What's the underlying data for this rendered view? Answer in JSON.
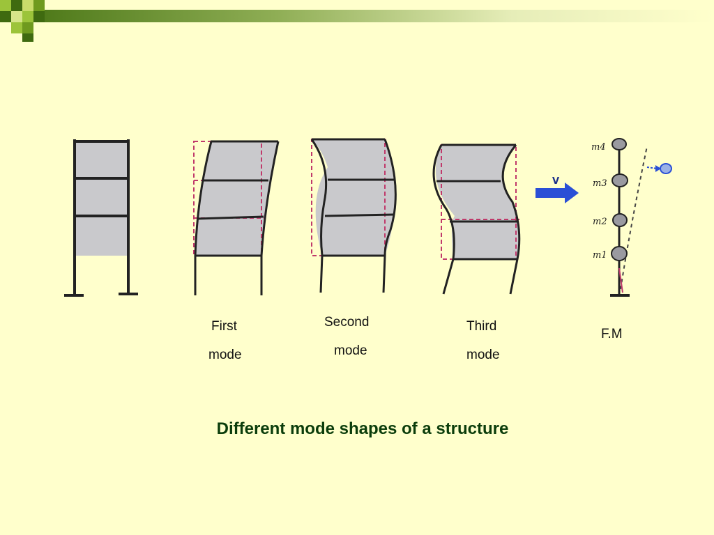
{
  "labels": {
    "first_line1": "First",
    "first_line2": "mode",
    "second_line1": "Second",
    "second_line2": "mode",
    "third_line1": "Third",
    "third_line2": "mode",
    "fm": "F.M"
  },
  "caption": "Different mode shapes of a structure",
  "masses": {
    "m4": "m4",
    "m3": "m3",
    "m2": "m2",
    "m1": "m1"
  },
  "load_label": "V",
  "colors": {
    "background": "#ffffcc",
    "frame_fill": "#c9c9cc",
    "outline": "#222222",
    "deformed_dash": "#c0396b",
    "arrow": "#2a4fd6",
    "caption": "#0b3d0b",
    "accent_green": "#6f9a1e"
  }
}
